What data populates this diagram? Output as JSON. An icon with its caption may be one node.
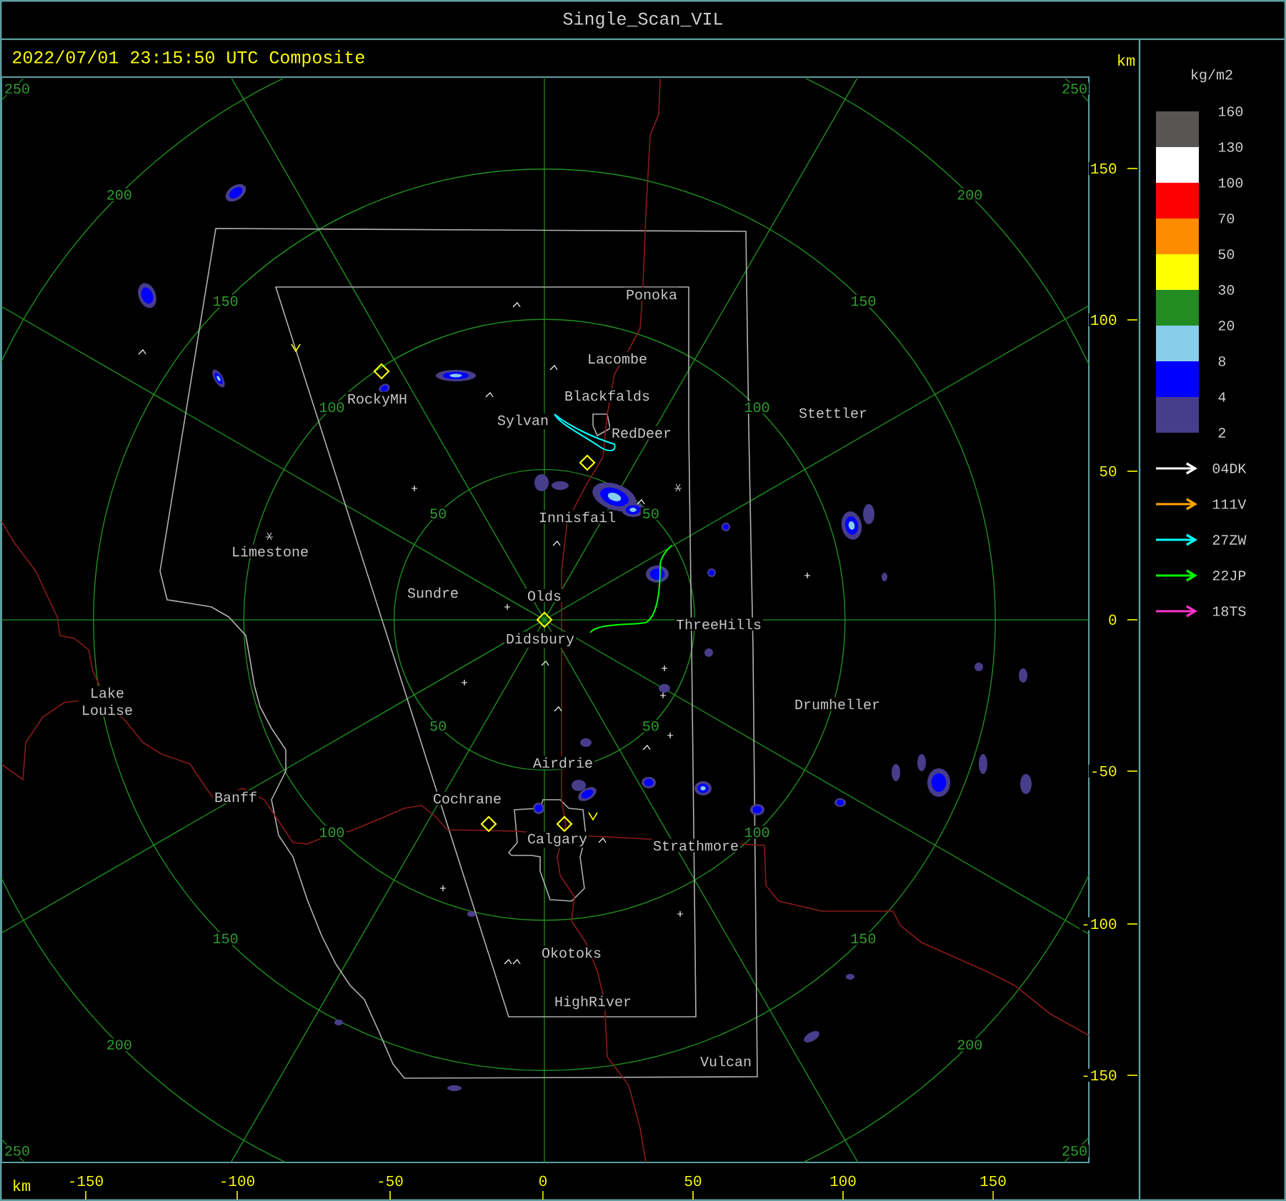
{
  "diagram": {
    "title": "Single_Scan_VIL",
    "labels": [
      "2022/07/01 23:15:50 UTC Composite",
      "km",
      "kg/m2",
      "160",
      "250",
      "250",
      "200",
      "200",
      "150",
      "Ponoka",
      "150",
      "Lacombe",
      "100",
      "RockyMH",
      "Blackfalds",
      "100",
      "Stettler",
      "Sylvan",
      "RedDeer",
      "50",
      "Innisfail",
      "50",
      "Limestone",
      "Sundre",
      "Olds",
      "ThreeHills",
      "Didsbury",
      "Lake Louise",
      "50",
      "50",
      "Drumheller",
      "Airdrie",
      "Banff",
      "Cochrane",
      "100",
      "Calgary",
      "Strathmore",
      "100",
      "150",
      "Okotoks",
      "150",
      "HighRiver",
      "200",
      "Vulcan",
      "200",
      "250",
      "250",
      "150",
      "100",
      "50",
      "0",
      "-50",
      "-100",
      "-150",
      "km",
      "-150",
      "-100",
      "-50",
      "0",
      "50",
      "100",
      "150"
    ],
    "legend": [
      {
        "text": "130",
        "color": "#5a5555"
      },
      {
        "text": "100",
        "color": "#ffffff"
      },
      {
        "text": "70",
        "color": "#ff0000"
      },
      {
        "text": "50",
        "color": "#ff8c00"
      },
      {
        "text": "30",
        "color": "#ffff00"
      },
      {
        "text": "20",
        "color": "#228b22"
      },
      {
        "text": "8",
        "color": "#87ceeb"
      },
      {
        "text": "4",
        "color": "#0000ff"
      },
      {
        "text": "2",
        "color": "#483d8b"
      },
      {
        "text": "04DK",
        "color": "#ffffff"
      },
      {
        "text": "111V",
        "color": "#ffa500"
      },
      {
        "text": "27ZW",
        "color": "#00ffff"
      },
      {
        "text": "22JP",
        "color": "#00ff00"
      },
      {
        "text": "18TS",
        "color": "#ff33cc"
      }
    ]
  }
}
